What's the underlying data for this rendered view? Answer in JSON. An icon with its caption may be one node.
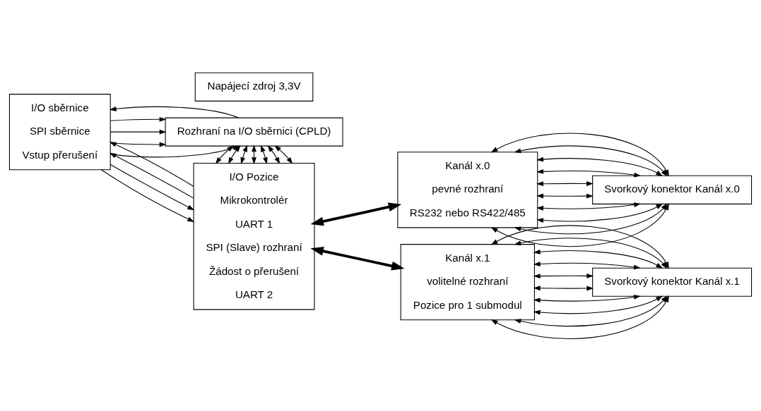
{
  "diagram": {
    "nodes": [
      {
        "text": [
          "I/O sběrnice",
          "SPI sběrnice",
          "Vstup přerušení"
        ]
      },
      {
        "text": [
          "Rozhraní na I/O sběrnici (CPLD)"
        ]
      },
      {
        "text": [
          "Napájecí zdroj 3,3V"
        ]
      },
      {
        "text": [
          "I/O Pozice",
          "Mikrokontrolér",
          "UART 1",
          "SPI (Slave) rozhraní",
          "Žádost o přerušení",
          "UART 2"
        ]
      },
      {
        "text": [
          "Kanál x.0",
          "pevné rozhraní",
          "RS232 nebo RS422/485"
        ]
      },
      {
        "text": [
          "Svorkový konektor Kanál x.0"
        ]
      },
      {
        "text": [
          "Kanál x.1",
          "volitelné rozhraní",
          "Pozice pro 1 submodul"
        ]
      },
      {
        "text": [
          "Svorkový konektor Kanál x.1"
        ]
      }
    ],
    "edges": [
      {
        "from": 0,
        "to": 1,
        "arrow": "to"
      },
      {
        "from": 0,
        "to": 1,
        "arrow": "to"
      },
      {
        "from": 0,
        "to": 1,
        "arrow": "to"
      },
      {
        "from": 0,
        "to": 1,
        "arrow": "to"
      },
      {
        "from": 1,
        "to": 0,
        "arrow": "to"
      },
      {
        "from": 1,
        "to": 3,
        "arrow": "both"
      },
      {
        "from": 1,
        "to": 3,
        "arrow": "both"
      },
      {
        "from": 1,
        "to": 3,
        "arrow": "both"
      },
      {
        "from": 1,
        "to": 3,
        "arrow": "both"
      },
      {
        "from": 1,
        "to": 3,
        "arrow": "both"
      },
      {
        "from": 1,
        "to": 3,
        "arrow": "both"
      },
      {
        "from": 1,
        "to": 3,
        "arrow": "both"
      },
      {
        "from": 0,
        "to": 3,
        "arrow": "to"
      },
      {
        "from": 0,
        "to": 3,
        "arrow": "to"
      },
      {
        "from": 3,
        "to": 0,
        "arrow": "to"
      },
      {
        "from": 3,
        "to": 0,
        "arrow": "to"
      },
      {
        "from": 3,
        "to": 4,
        "arrow": "both",
        "style": "thick"
      },
      {
        "from": 3,
        "to": 6,
        "arrow": "both",
        "style": "thick"
      },
      {
        "from": 4,
        "to": 5,
        "arrow": "both"
      },
      {
        "from": 4,
        "to": 5,
        "arrow": "both"
      },
      {
        "from": 4,
        "to": 5,
        "arrow": "both"
      },
      {
        "from": 4,
        "to": 5,
        "arrow": "both"
      },
      {
        "from": 4,
        "to": 5,
        "arrow": "both"
      },
      {
        "from": 4,
        "to": 5,
        "arrow": "both"
      },
      {
        "from": 4,
        "to": 5,
        "arrow": "both"
      },
      {
        "from": 4,
        "to": 5,
        "arrow": "both"
      },
      {
        "from": 4,
        "to": 5,
        "arrow": "both"
      },
      {
        "from": 4,
        "to": 5,
        "arrow": "both"
      },
      {
        "from": 6,
        "to": 7,
        "arrow": "both"
      },
      {
        "from": 6,
        "to": 7,
        "arrow": "both"
      },
      {
        "from": 6,
        "to": 7,
        "arrow": "both"
      },
      {
        "from": 6,
        "to": 7,
        "arrow": "both"
      },
      {
        "from": 6,
        "to": 7,
        "arrow": "both"
      },
      {
        "from": 6,
        "to": 7,
        "arrow": "both"
      },
      {
        "from": 6,
        "to": 7,
        "arrow": "both"
      },
      {
        "from": 6,
        "to": 7,
        "arrow": "both"
      },
      {
        "from": 6,
        "to": 7,
        "arrow": "both"
      },
      {
        "from": 6,
        "to": 7,
        "arrow": "both"
      }
    ]
  }
}
